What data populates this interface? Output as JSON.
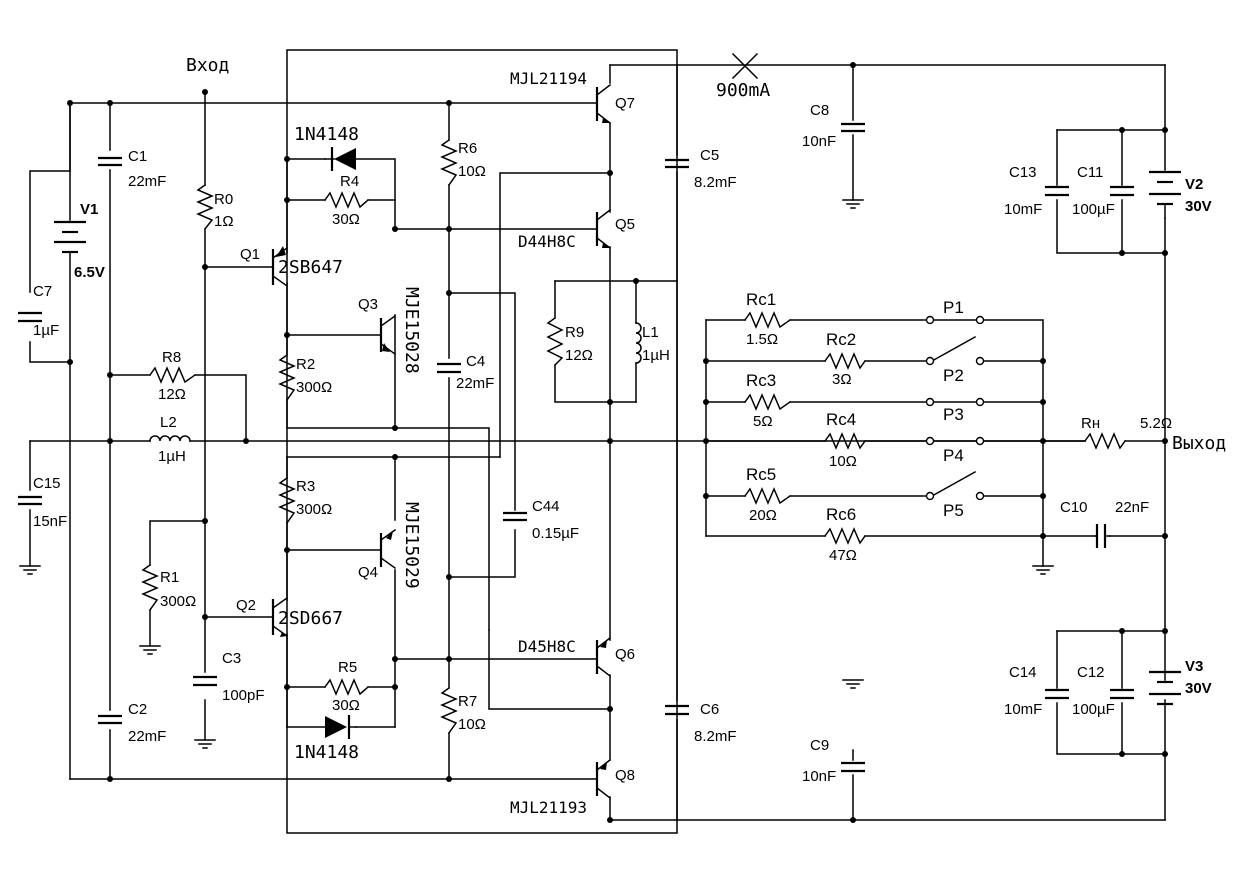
{
  "labels": {
    "input": "Вход",
    "output": "Выход",
    "fuse": "900mA",
    "V1": {
      "name": "V1",
      "value": "6.5V"
    },
    "V2": {
      "name": "V2",
      "value": "30V"
    },
    "V3": {
      "name": "V3",
      "value": "30V"
    },
    "C1": {
      "name": "C1",
      "value": "22mF"
    },
    "C2": {
      "name": "C2",
      "value": "22mF"
    },
    "C3": {
      "name": "C3",
      "value": "100pF"
    },
    "C4": {
      "name": "C4",
      "value": "22mF"
    },
    "C5": {
      "name": "C5",
      "value": "8.2mF"
    },
    "C6": {
      "name": "C6",
      "value": "8.2mF"
    },
    "C7": {
      "name": "C7",
      "value": "1µF"
    },
    "C8": {
      "name": "C8",
      "value": "10nF"
    },
    "C9": {
      "name": "C9",
      "value": "10nF"
    },
    "C10": {
      "name": "C10",
      "value": "22nF"
    },
    "C11": {
      "name": "C11",
      "value": "100µF"
    },
    "C12": {
      "name": "C12",
      "value": "100µF"
    },
    "C13": {
      "name": "C13",
      "value": "10mF"
    },
    "C14": {
      "name": "C14",
      "value": "10mF"
    },
    "C15": {
      "name": "C15",
      "value": "15nF"
    },
    "C44": {
      "name": "C44",
      "value": "0.15µF"
    },
    "R0": {
      "name": "R0",
      "value": "1Ω"
    },
    "R1": {
      "name": "R1",
      "value": "300Ω"
    },
    "R2": {
      "name": "R2",
      "value": "300Ω"
    },
    "R3": {
      "name": "R3",
      "value": "300Ω"
    },
    "R4": {
      "name": "R4",
      "value": "30Ω"
    },
    "R5": {
      "name": "R5",
      "value": "30Ω"
    },
    "R6": {
      "name": "R6",
      "value": "10Ω"
    },
    "R7": {
      "name": "R7",
      "value": "10Ω"
    },
    "R8": {
      "name": "R8",
      "value": "12Ω"
    },
    "R9": {
      "name": "R9",
      "value": "12Ω"
    },
    "L1": {
      "name": "L1",
      "value": "1µH"
    },
    "L2": {
      "name": "L2",
      "value": "1µH"
    },
    "Rh": {
      "name": "Rн",
      "value": "5.2Ω"
    },
    "Rc1": {
      "name": "Rc1",
      "value": "1.5Ω"
    },
    "Rc2": {
      "name": "Rc2",
      "value": "3Ω"
    },
    "Rc3": {
      "name": "Rc3",
      "value": "5Ω"
    },
    "Rc4": {
      "name": "Rc4",
      "value": "10Ω"
    },
    "Rc5": {
      "name": "Rc5",
      "value": "20Ω"
    },
    "Rc6": {
      "name": "Rc6",
      "value": "47Ω"
    },
    "P1": "P1",
    "P2": "P2",
    "P3": "P3",
    "P4": "P4",
    "P5": "P5",
    "Q1": {
      "name": "Q1",
      "part": "2SB647"
    },
    "Q2": {
      "name": "Q2",
      "part": "2SD667"
    },
    "Q3": {
      "name": "Q3",
      "part": "MJE15028"
    },
    "Q4": {
      "name": "Q4",
      "part": "MJE15029"
    },
    "Q5": {
      "name": "Q5",
      "part": "D44H8C"
    },
    "Q6": {
      "name": "Q6",
      "part": "D45H8C"
    },
    "Q7": {
      "name": "Q7",
      "part": "MJL21194"
    },
    "Q8": {
      "name": "Q8",
      "part": "MJL21193"
    },
    "D1": "1N4148",
    "D2": "1N4148"
  }
}
